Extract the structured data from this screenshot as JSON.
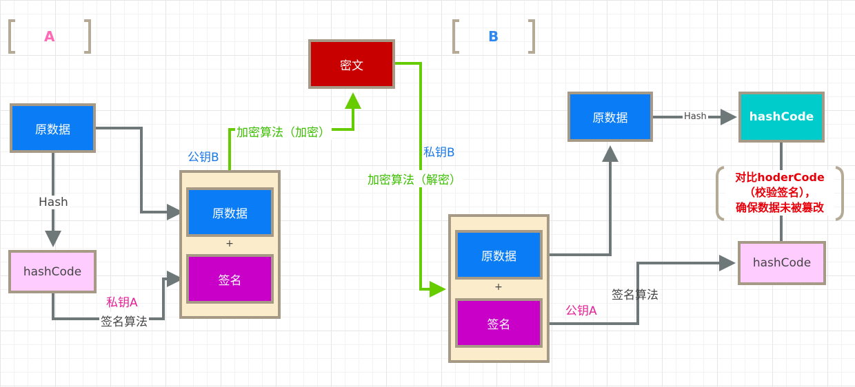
{
  "groups": {
    "a": "A",
    "b": "B"
  },
  "nodes": {
    "a_original": "原数据",
    "a_hashcode": "hashCode",
    "a_pkg_original": "原数据",
    "a_pkg_signature": "签名",
    "ciphertext": "密文",
    "b_pkg_original": "原数据",
    "b_pkg_signature": "签名",
    "b_original": "原数据",
    "b_hashcode_top": "hashCode",
    "b_hashcode_bottom": "hashCode"
  },
  "plus": "+",
  "labels": {
    "hash_a": "Hash",
    "private_key_a": "私钥A",
    "sign_algo_a": "签名算法",
    "public_key_b": "公钥B",
    "encrypt": "加密算法（加密）",
    "private_key_b": "私钥B",
    "decrypt": "加密算法（解密）",
    "hash_b": "Hash",
    "public_key_a": "公钥A",
    "sign_algo_b": "签名算法"
  },
  "note": {
    "line1": "对比hoderCode",
    "line2": "（校验签名），",
    "line3": "确保数据未被篡改"
  },
  "colors": {
    "arrow_gray": "#6e7878",
    "arrow_green": "#66cc00",
    "bracket": "#b4aa96",
    "blue": "#0a7cf6",
    "magenta": "#c800c8",
    "pink_fill": "#ffccff",
    "red_fill": "#c80000",
    "teal_fill": "#00cccc",
    "container_fill": "#fbeccc"
  }
}
